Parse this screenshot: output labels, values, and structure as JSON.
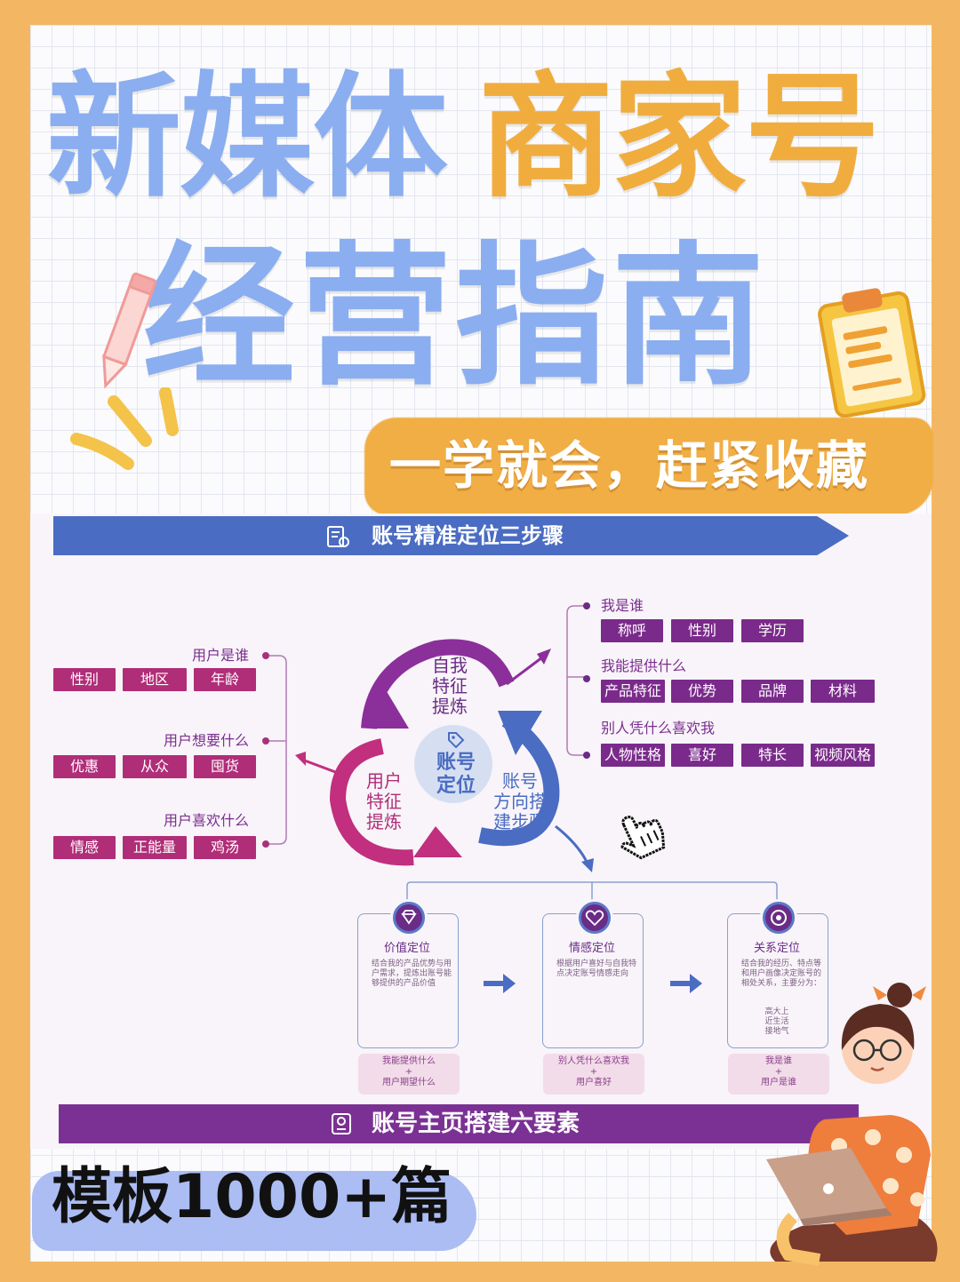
{
  "title": {
    "line1_blue": "新媒体",
    "line1_orange": "商家号",
    "line2": "经营指南",
    "tagline": "一学就会，赶紧收藏"
  },
  "colors": {
    "background": "#f3b764",
    "title_blue": "#8aaef0",
    "title_orange": "#f0ad3e",
    "banner_blue": "#4a6cc2",
    "banner_purple": "#7b3194",
    "chip_magenta": "#b02d78",
    "chip_purple": "#7a2a8a"
  },
  "section1": {
    "title": "账号精准定位三步骤",
    "icon": "document-edit-icon",
    "center_label": "账号\n定位",
    "circle_self": "自我\n特征\n提炼",
    "circle_user": "用户\n特征\n提炼",
    "circle_direction": "账号\n方向搭\n建步骤",
    "left_groups": [
      {
        "label": "用户是谁",
        "chips": [
          "性别",
          "地区",
          "年龄"
        ]
      },
      {
        "label": "用户想要什么",
        "chips": [
          "优惠",
          "从众",
          "囤货"
        ]
      },
      {
        "label": "用户喜欢什么",
        "chips": [
          "情感",
          "正能量",
          "鸡汤"
        ]
      }
    ],
    "right_groups": [
      {
        "label": "我是谁",
        "chips": [
          "称呼",
          "性别",
          "学历"
        ]
      },
      {
        "label": "我能提供什么",
        "chips": [
          "产品特征",
          "优势",
          "品牌",
          "材料"
        ]
      },
      {
        "label": "别人凭什么喜欢我",
        "chips": [
          "人物性格",
          "喜好",
          "特长",
          "视频风格"
        ]
      }
    ],
    "steps": [
      {
        "title": "价值定位",
        "icon": "diamond-icon",
        "desc": "结合我的产品优势与用户需求，提炼出账号能够提供的产品价值",
        "extra": "",
        "pill_top": "我能提供什么",
        "pill_plus": "+",
        "pill_bottom": "用户期望什么"
      },
      {
        "title": "情感定位",
        "icon": "heart-icon",
        "desc": "根据用户喜好与自我特点决定账号情感走向",
        "extra": "",
        "pill_top": "别人凭什么喜欢我",
        "pill_plus": "+",
        "pill_bottom": "用户喜好"
      },
      {
        "title": "关系定位",
        "icon": "target-icon",
        "desc": "结合我的经历、特点等和用户画像决定账号的相处关系，主要分为：",
        "extra": "高大上\n近生活\n接地气",
        "pill_top": "我是谁",
        "pill_plus": "+",
        "pill_bottom": "用户是谁"
      }
    ]
  },
  "section2": {
    "title": "账号主页搭建六要素",
    "icon": "home-layout-icon"
  },
  "bottom_text": "模板1000+篇"
}
